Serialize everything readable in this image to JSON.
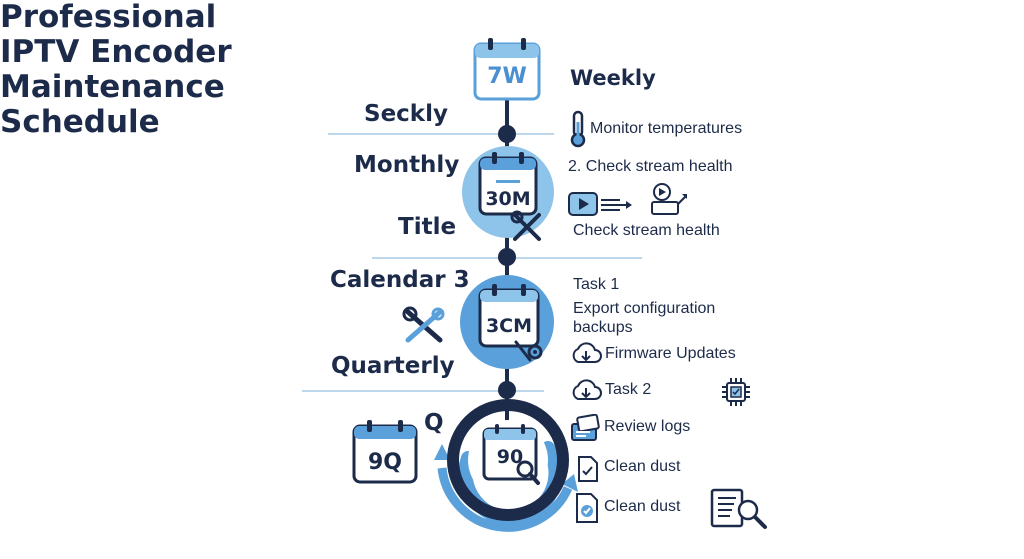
{
  "title_lines": [
    "Professional",
    "IPTV Encoder",
    "Maintenance",
    "Schedule"
  ],
  "left_labels": {
    "seckly": "Seckly",
    "monthly": "Monthly",
    "title": "Title",
    "calendar3": "Calendar 3",
    "quarterly": "Quarterly",
    "q": "Q"
  },
  "calendars": {
    "weekly": "7W",
    "monthly": "30M",
    "calendar3": "3CM",
    "quarterly_left": "9Q",
    "quarterly_center": "90"
  },
  "right": {
    "weekly_heading": "Weekly",
    "tasks": [
      "Monitor temperatures",
      "2. Check stream health",
      "Check stream health",
      "Task 1",
      "Export configuration",
      "backups",
      "Firmware Updates",
      "Task 2",
      "Review logs",
      "Clean dust",
      "Clean dust"
    ]
  },
  "colors": {
    "navy": "#1d2b4a",
    "light_blue": "#8ec4ea",
    "mid_blue": "#5aa0da",
    "divider": "#bcd6ea"
  },
  "icons": [
    "thermometer-icon",
    "play-stream-icon",
    "stream-device-icon",
    "wrench-screwdriver-icon",
    "cloud-download-icon",
    "chip-icon",
    "file-document-icon",
    "checklist-icon",
    "magnifier-document-icon",
    "gear-icon"
  ]
}
